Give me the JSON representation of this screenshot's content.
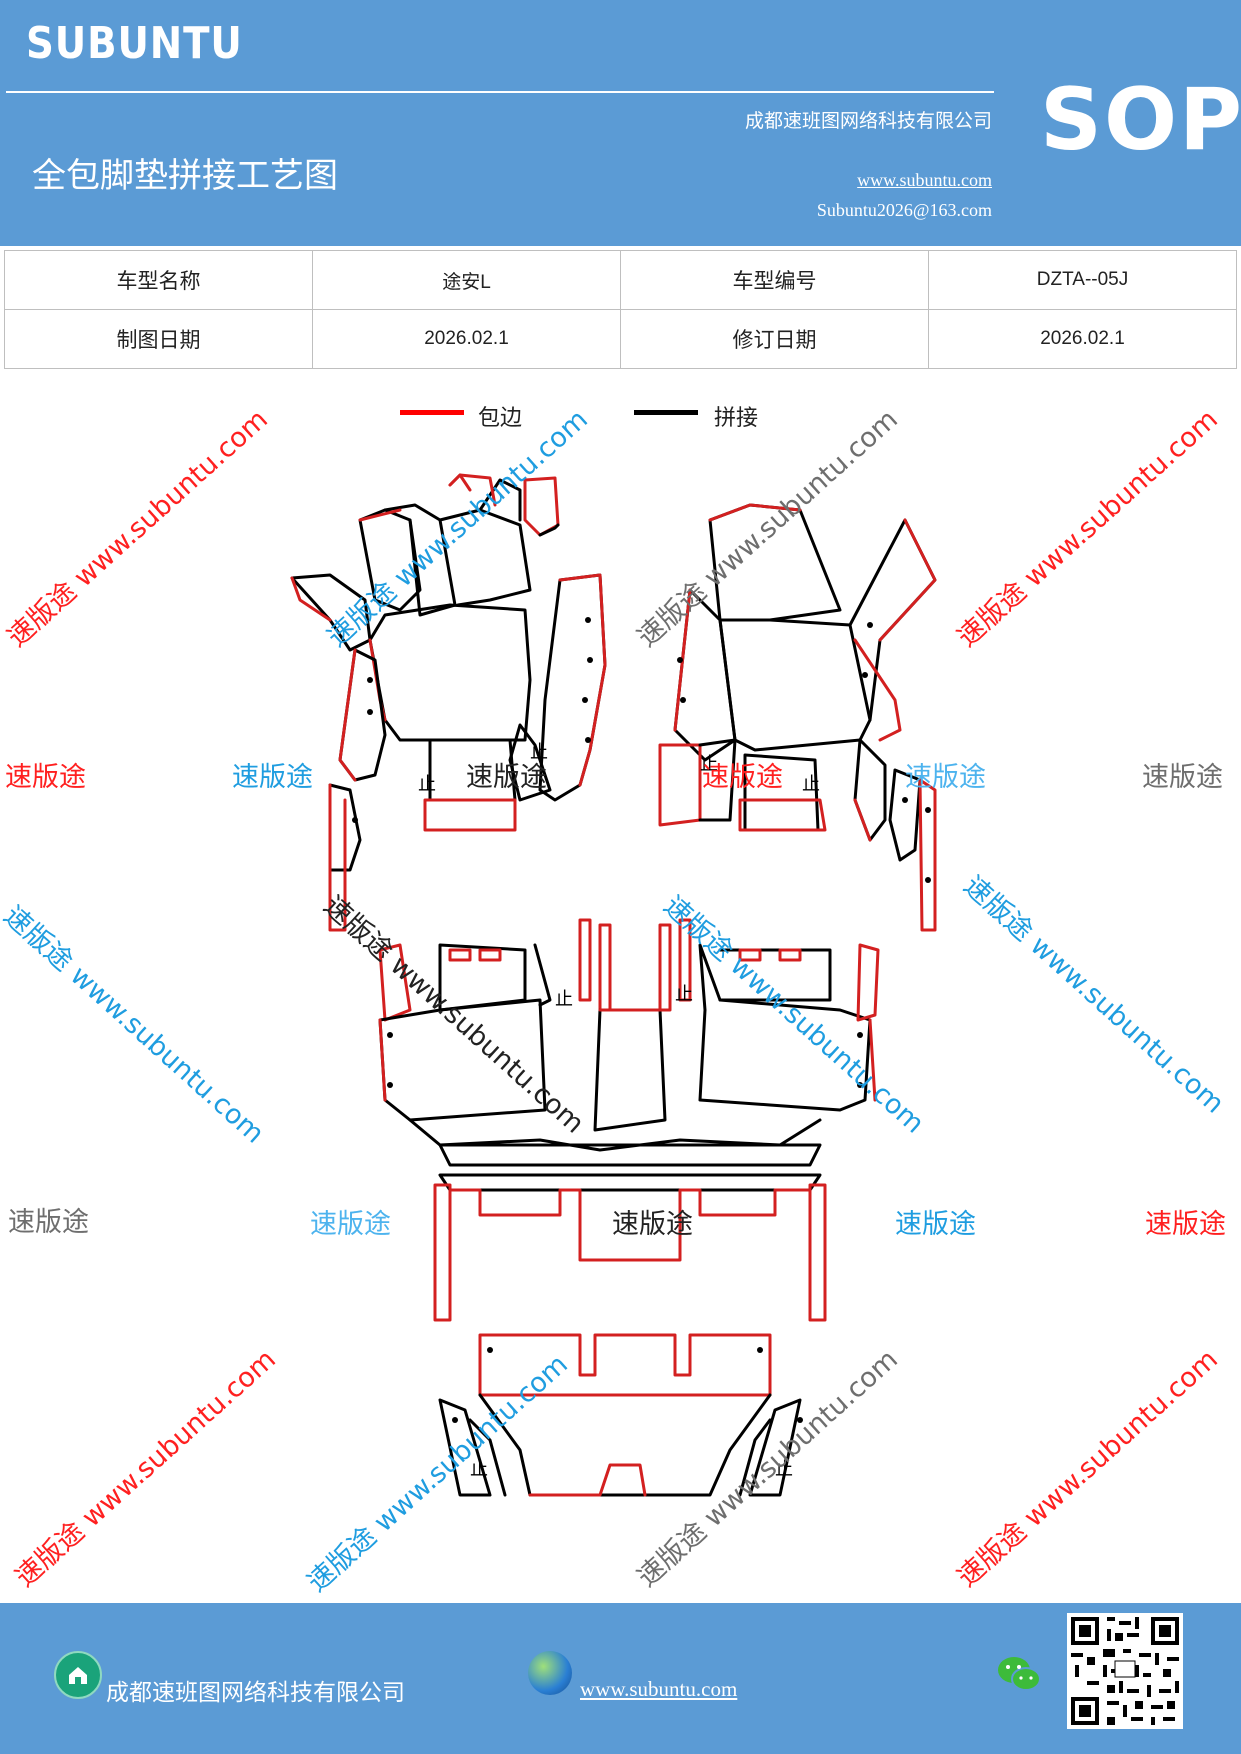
{
  "header": {
    "brand": "SUBUNTU",
    "company": "成都速班图网络科技有限公司",
    "title": "全包脚垫拼接工艺图",
    "website": "www.subuntu.com",
    "email": "Subuntu2026@163.com",
    "badge": "SOP"
  },
  "info_table": {
    "model_name_label": "车型名称",
    "model_name_value": "途安L",
    "model_code_label": "车型编号",
    "model_code_value": "DZTA--05J",
    "draw_date_label": "制图日期",
    "draw_date_value": "2026.02.1",
    "revise_date_label": "修订日期",
    "revise_date_value": "2026.02.1"
  },
  "legend": {
    "edge_label": "包边",
    "edge_color": "#ff0000",
    "join_label": "拼接",
    "join_color": "#000000"
  },
  "watermarks": {
    "brand_cn": "速版途",
    "diagonal_text": "速版途 www.subuntu.com",
    "colors": {
      "red": "#ff2020",
      "blue": "#1f9de0",
      "gray": "#6e6e6e",
      "lightblue": "#4db3ee"
    }
  },
  "diagram_marks": {
    "stop": "止"
  },
  "footer": {
    "company": "成都速班图网络科技有限公司",
    "website": "www.subuntu.com",
    "icons": [
      "home-icon",
      "globe-icon",
      "wechat-icon",
      "qr-code"
    ]
  }
}
